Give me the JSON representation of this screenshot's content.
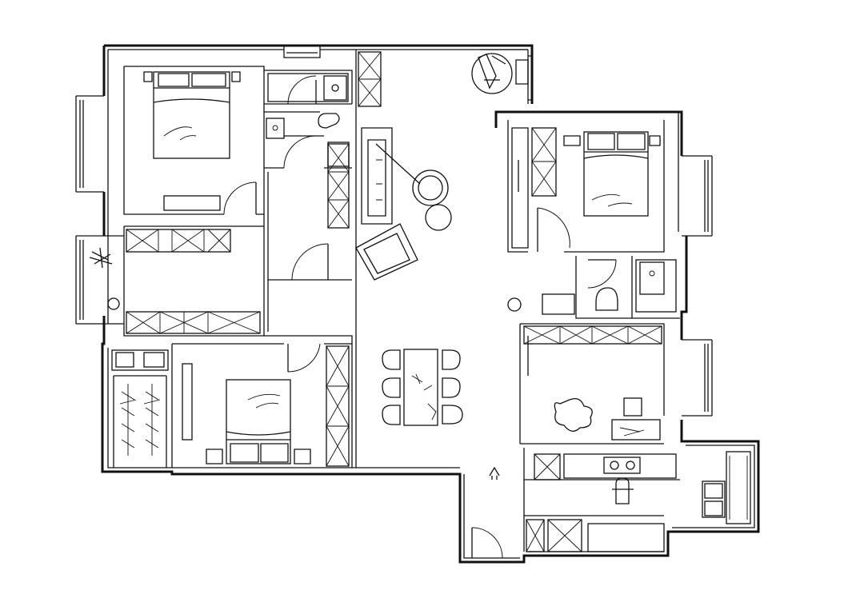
{
  "drawing": {
    "kind": "floor-plan",
    "style": "hand-sketched line drawing, black on white",
    "colors": {
      "line": "#111111",
      "background": "#ffffff"
    }
  },
  "rooms": [
    {
      "id": "master-bedroom",
      "icon": "double-bed-icon"
    },
    {
      "id": "walk-in-closet",
      "icon": "wardrobe-icon"
    },
    {
      "id": "bedroom-2",
      "icon": "double-bed-icon"
    },
    {
      "id": "bedroom-3",
      "icon": "double-bed-icon"
    },
    {
      "id": "study",
      "icon": "desk-icon"
    },
    {
      "id": "bathroom-1",
      "icon": "toilet-icon"
    },
    {
      "id": "bathroom-2",
      "icon": "toilet-icon"
    },
    {
      "id": "living-room",
      "icon": "sofa-icon"
    },
    {
      "id": "dining-area",
      "icon": "dining-table-icon"
    },
    {
      "id": "kitchen",
      "icon": "stove-icon"
    },
    {
      "id": "laundry",
      "icon": "washing-machine-icon"
    },
    {
      "id": "balcony",
      "icon": "lounge-chair-icon"
    }
  ]
}
